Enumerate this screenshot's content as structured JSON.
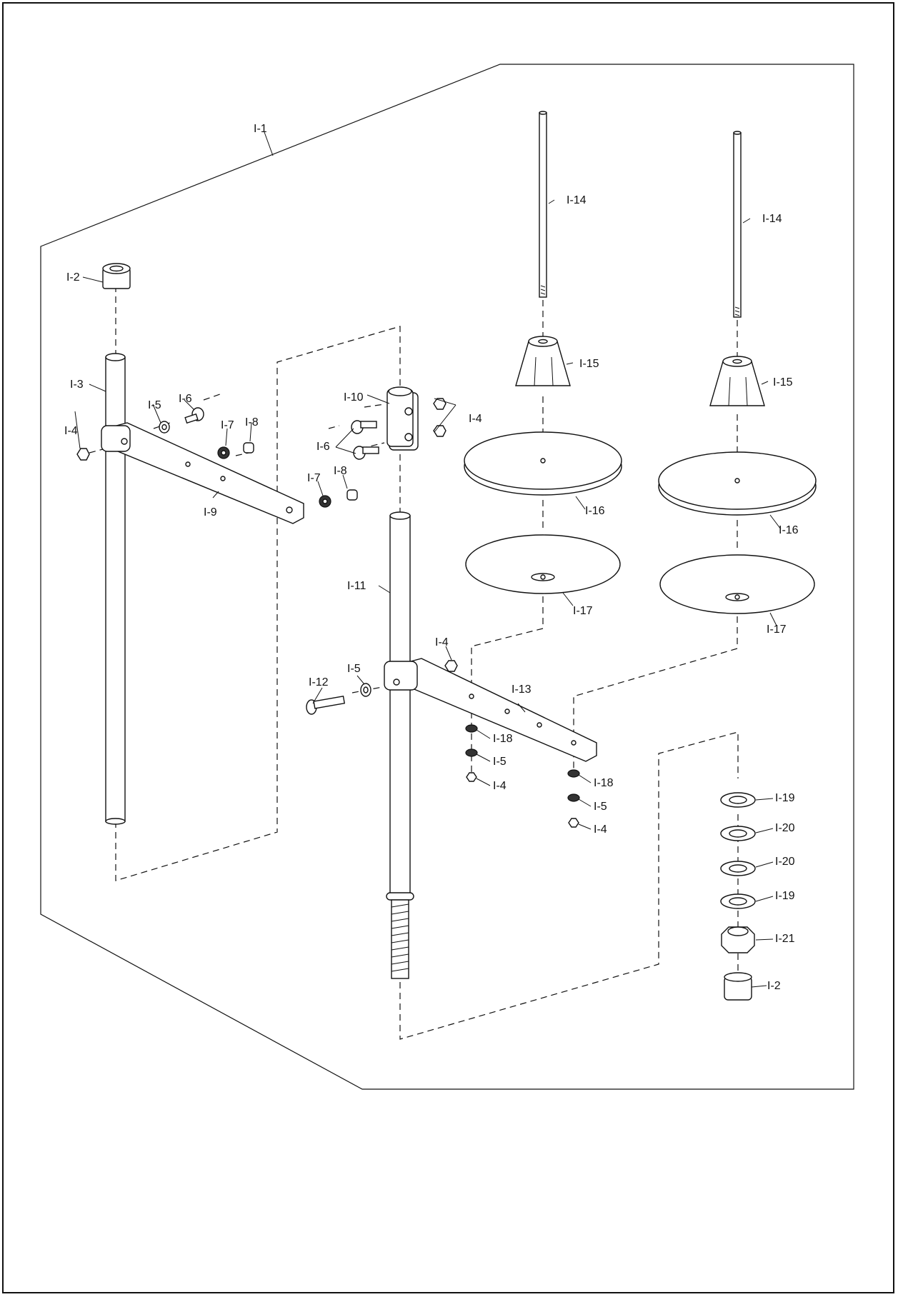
{
  "diagram": {
    "labels": {
      "l1": "I-1",
      "l2a": "I-2",
      "l2b": "I-2",
      "l3": "I-3",
      "l4a": "I-4",
      "l4b": "I-4",
      "l4c": "I-4",
      "l4d": "I-4",
      "l4e": "I-4",
      "l5a": "I-5",
      "l5b": "I-5",
      "l5c": "I-5",
      "l5d": "I-5",
      "l6a": "I-6",
      "l6b": "I-6",
      "l7a": "I-7",
      "l7b": "I-7",
      "l8a": "I-8",
      "l8b": "I-8",
      "l9": "I-9",
      "l10": "I-10",
      "l11": "I-11",
      "l12": "I-12",
      "l13": "I-13",
      "l14a": "I-14",
      "l14b": "I-14",
      "l15a": "I-15",
      "l15b": "I-15",
      "l16a": "I-16",
      "l16b": "I-16",
      "l17a": "I-17",
      "l17b": "I-17",
      "l18a": "I-18",
      "l18b": "I-18",
      "l19a": "I-19",
      "l19b": "I-19",
      "l20a": "I-20",
      "l20b": "I-20",
      "l21": "I-21"
    }
  }
}
